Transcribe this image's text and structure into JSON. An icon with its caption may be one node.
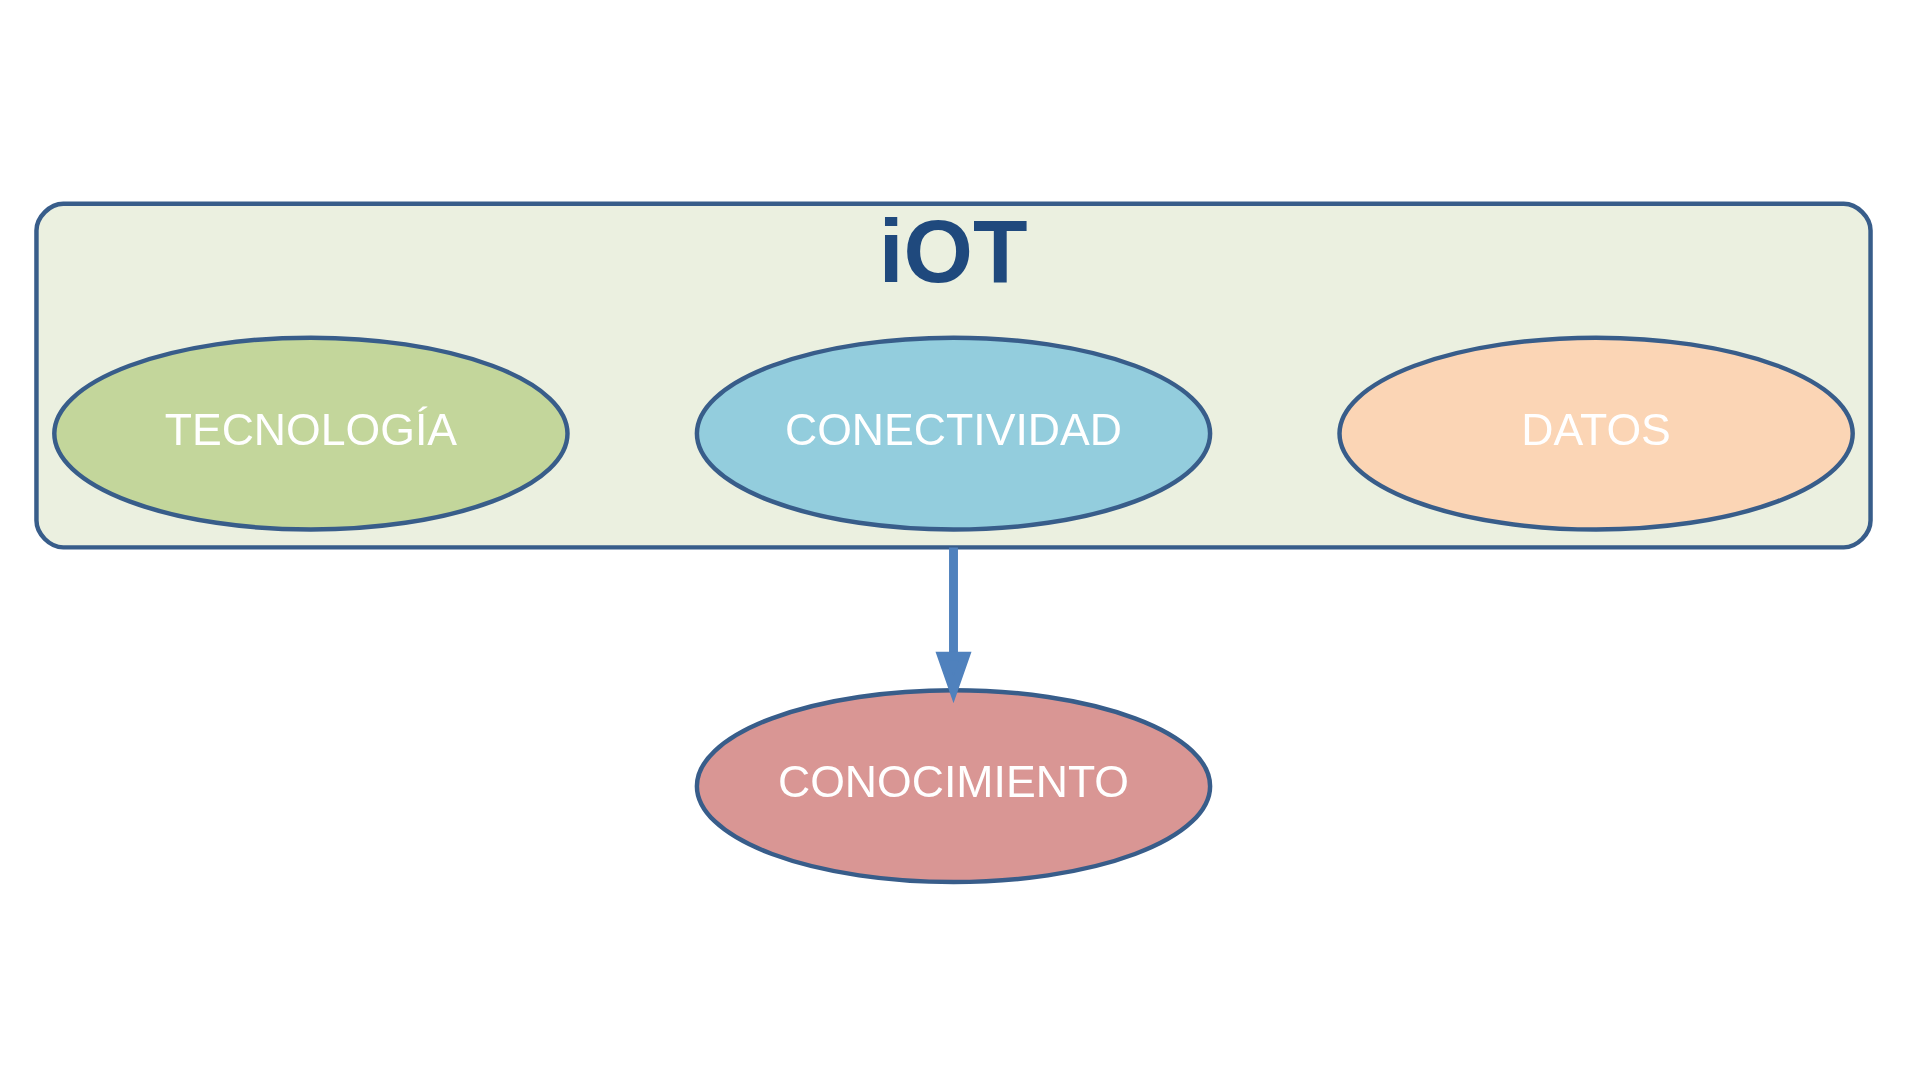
{
  "diagram": {
    "nodes": [
      {
        "text": [
          "iOT"
        ]
      },
      {
        "text": [
          "TECNOLOGÍA"
        ],
        "in": 0
      },
      {
        "text": [
          "CONECTIVIDAD"
        ],
        "in": 0
      },
      {
        "text": [
          "DATOS"
        ],
        "in": 0
      },
      {
        "text": [
          "CONOCIMIENTO"
        ]
      }
    ],
    "edges": [
      {
        "from": 0,
        "to": 4,
        "arrow": "to"
      }
    ]
  }
}
